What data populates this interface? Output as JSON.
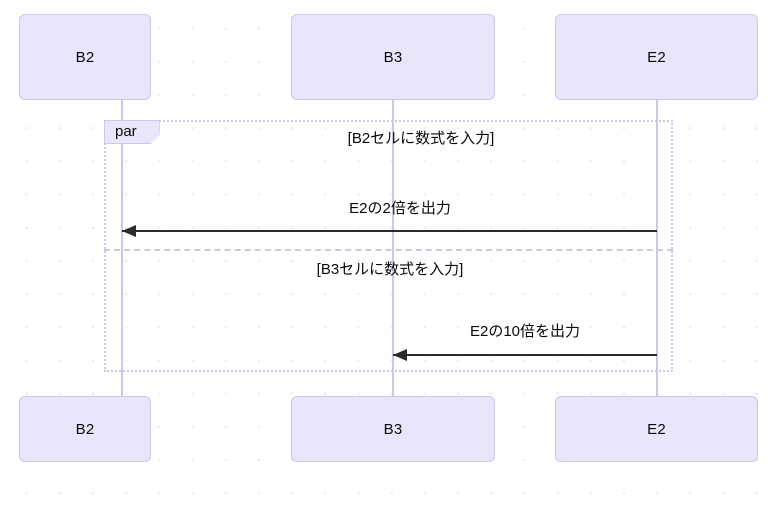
{
  "diagram": {
    "type": "sequence-diagram",
    "background_color": "#ffffff",
    "dot_grid_color": "#ebebeb",
    "accent_color": "#cfc6ec",
    "box_fill_color": "#e7e6fa",
    "line_color": "#2b2b2b"
  },
  "participants": [
    {
      "id": "b2",
      "label": "B2"
    },
    {
      "id": "b3",
      "label": "B3"
    },
    {
      "id": "e2",
      "label": "E2"
    }
  ],
  "participants_bottom": [
    {
      "id": "b2b",
      "label": "B2"
    },
    {
      "id": "b3b",
      "label": "B3"
    },
    {
      "id": "e2b",
      "label": "E2"
    }
  ],
  "fragment": {
    "operator": "par",
    "operands": [
      {
        "guard": "[B2セルに数式を入力]",
        "messages": [
          {
            "label": "E2の2倍を出力",
            "from": "E2",
            "to": "B2",
            "direction": "right-to-left",
            "style": "solid"
          }
        ]
      },
      {
        "guard": "[B3セルに数式を入力]",
        "messages": [
          {
            "label": "E2の10倍を出力",
            "from": "E2",
            "to": "B3",
            "direction": "right-to-left",
            "style": "solid"
          }
        ]
      }
    ]
  }
}
